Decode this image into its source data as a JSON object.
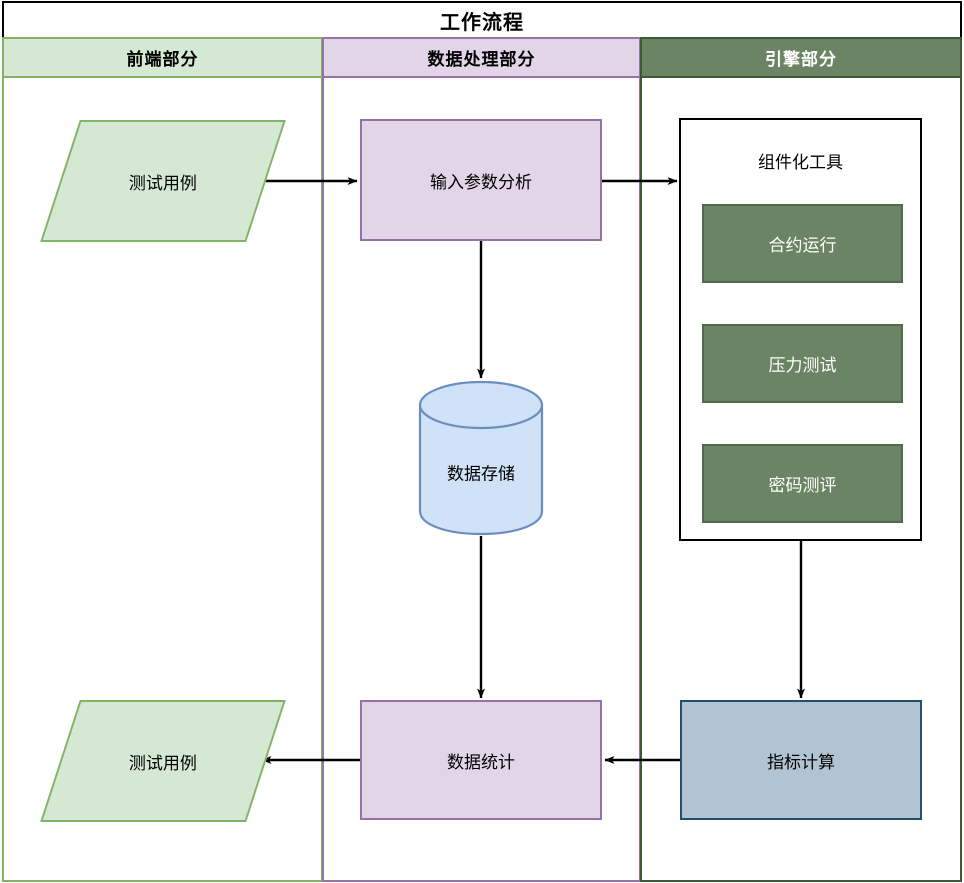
{
  "diagram": {
    "title": "工作流程",
    "type": "swimlane-flowchart"
  },
  "lanes": [
    {
      "id": "frontend",
      "label": "前端部分",
      "header_bg": "#d5e8d4",
      "border": "#82b366",
      "text_color": "#000000"
    },
    {
      "id": "data",
      "label": "数据处理部分",
      "header_bg": "#e1d5e7",
      "border": "#9673a6",
      "text_color": "#000000"
    },
    {
      "id": "engine",
      "label": "引擎部分",
      "header_bg": "#6b8463",
      "border": "#3a5a32",
      "text_color": "#ffffff"
    }
  ],
  "nodes": {
    "test_case_top": {
      "label": "测试用例",
      "shape": "parallelogram",
      "lane": "frontend"
    },
    "test_case_bottom": {
      "label": "测试用例",
      "shape": "parallelogram",
      "lane": "frontend"
    },
    "input_param_analysis": {
      "label": "输入参数分析",
      "shape": "process",
      "lane": "data"
    },
    "data_storage": {
      "label": "数据存储",
      "shape": "cylinder",
      "lane": "data"
    },
    "data_statistics": {
      "label": "数据统计",
      "shape": "process",
      "lane": "data"
    },
    "component_tools": {
      "label": "组件化工具",
      "shape": "container",
      "lane": "engine"
    },
    "contract_run": {
      "label": "合约运行",
      "shape": "process",
      "lane": "engine"
    },
    "stress_test": {
      "label": "压力测试",
      "shape": "process",
      "lane": "engine"
    },
    "crypto_eval": {
      "label": "密码测评",
      "shape": "process",
      "lane": "engine"
    },
    "metric_calc": {
      "label": "指标计算",
      "shape": "process",
      "lane": "engine"
    }
  },
  "edges": [
    {
      "from": "test_case_top",
      "to": "input_param_analysis"
    },
    {
      "from": "input_param_analysis",
      "to": "component_tools"
    },
    {
      "from": "input_param_analysis",
      "to": "data_storage"
    },
    {
      "from": "data_storage",
      "to": "data_statistics"
    },
    {
      "from": "component_tools",
      "to": "metric_calc"
    },
    {
      "from": "metric_calc",
      "to": "data_statistics"
    },
    {
      "from": "data_statistics",
      "to": "test_case_bottom"
    }
  ],
  "colors": {
    "green_fill": "#d5e8d4",
    "green_stroke": "#82b366",
    "purple_fill": "#e1d5e7",
    "purple_stroke": "#9673a6",
    "dark_green_fill": "#6b8463",
    "dark_green_stroke": "#3a5a32",
    "blue_fill": "#b1c4d3",
    "blue_stroke": "#24506b",
    "cylinder_fill": "#cfe2f7",
    "cylinder_stroke": "#6c8ebf",
    "edge_stroke": "#000000"
  }
}
